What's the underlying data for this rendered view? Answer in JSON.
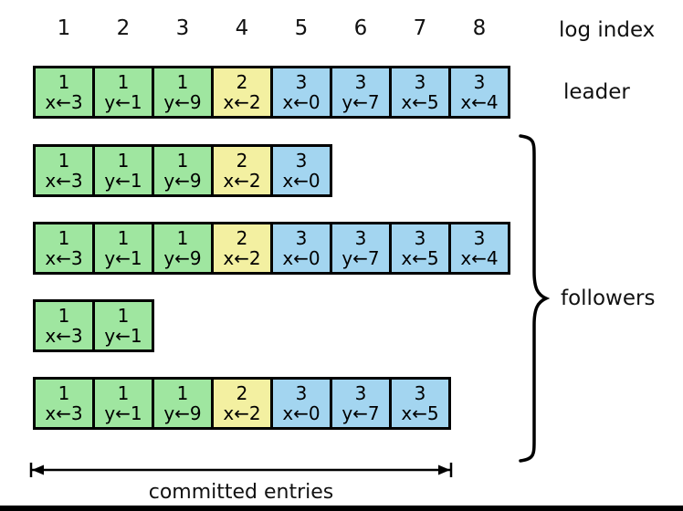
{
  "labels": {
    "log_index": "log index",
    "leader": "leader",
    "followers": "followers",
    "committed": "committed entries"
  },
  "header": {
    "indices": [
      "1",
      "2",
      "3",
      "4",
      "5",
      "6",
      "7",
      "8"
    ]
  },
  "colors": {
    "term1": "#9fe6a0",
    "term2": "#f3f0a1",
    "term3": "#a3d5f0",
    "border": "#000000"
  },
  "leader": {
    "entries": [
      {
        "term": "1",
        "cmd": "x←3"
      },
      {
        "term": "1",
        "cmd": "y←1"
      },
      {
        "term": "1",
        "cmd": "y←9"
      },
      {
        "term": "2",
        "cmd": "x←2"
      },
      {
        "term": "3",
        "cmd": "x←0"
      },
      {
        "term": "3",
        "cmd": "y←7"
      },
      {
        "term": "3",
        "cmd": "x←5"
      },
      {
        "term": "3",
        "cmd": "x←4"
      }
    ]
  },
  "followers": {
    "rows": [
      {
        "entries": [
          {
            "term": "1",
            "cmd": "x←3"
          },
          {
            "term": "1",
            "cmd": "y←1"
          },
          {
            "term": "1",
            "cmd": "y←9"
          },
          {
            "term": "2",
            "cmd": "x←2"
          },
          {
            "term": "3",
            "cmd": "x←0"
          }
        ]
      },
      {
        "entries": [
          {
            "term": "1",
            "cmd": "x←3"
          },
          {
            "term": "1",
            "cmd": "y←1"
          },
          {
            "term": "1",
            "cmd": "y←9"
          },
          {
            "term": "2",
            "cmd": "x←2"
          },
          {
            "term": "3",
            "cmd": "x←0"
          },
          {
            "term": "3",
            "cmd": "y←7"
          },
          {
            "term": "3",
            "cmd": "x←5"
          },
          {
            "term": "3",
            "cmd": "x←4"
          }
        ]
      },
      {
        "entries": [
          {
            "term": "1",
            "cmd": "x←3"
          },
          {
            "term": "1",
            "cmd": "y←1"
          }
        ]
      },
      {
        "entries": [
          {
            "term": "1",
            "cmd": "x←3"
          },
          {
            "term": "1",
            "cmd": "y←1"
          },
          {
            "term": "1",
            "cmd": "y←9"
          },
          {
            "term": "2",
            "cmd": "x←2"
          },
          {
            "term": "3",
            "cmd": "x←0"
          },
          {
            "term": "3",
            "cmd": "y←7"
          },
          {
            "term": "3",
            "cmd": "x←5"
          }
        ]
      }
    ]
  }
}
